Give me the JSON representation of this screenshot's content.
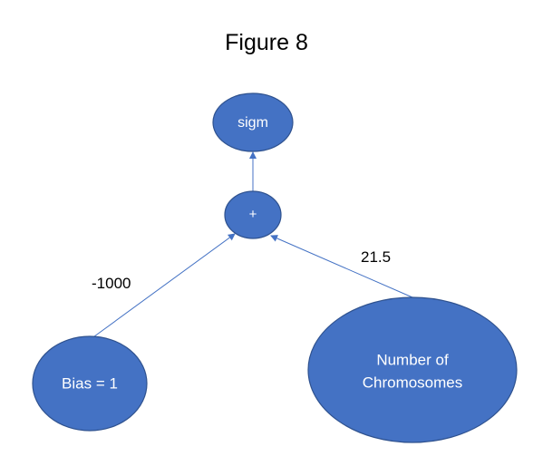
{
  "title": "Figure 8",
  "colors": {
    "node_fill": "#4472C4",
    "node_stroke": "#2F528F",
    "edge": "#4472C4",
    "label_text": "#000000",
    "node_text": "#FFFFFF"
  },
  "nodes": {
    "sigm": {
      "label": "sigm"
    },
    "plus": {
      "label": "+"
    },
    "bias": {
      "label": "Bias = 1"
    },
    "chrom": {
      "label_line1": "Number of",
      "label_line2": "Chromosomes"
    }
  },
  "edges": {
    "bias_weight": "-1000",
    "chrom_weight": "21.5"
  }
}
